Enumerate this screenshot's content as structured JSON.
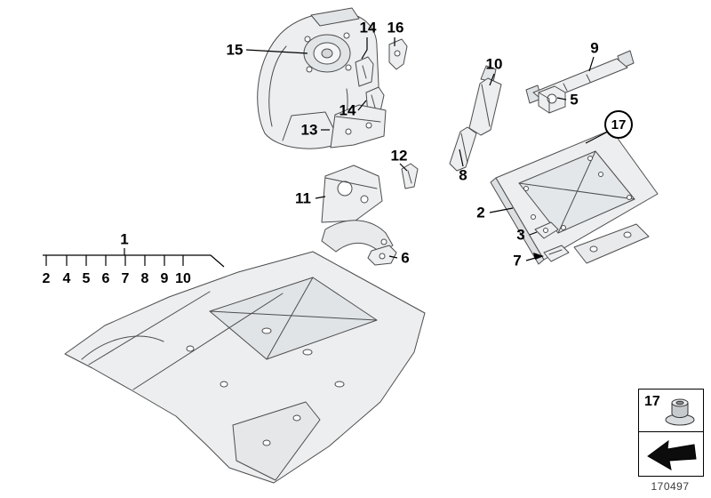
{
  "diagram": {
    "figure_id": "170497",
    "callouts": {
      "c1": "1",
      "c2": "2",
      "c3": "3",
      "c5": "5",
      "c6": "6",
      "c7": "7",
      "c8": "8",
      "c9": "9",
      "c10": "10",
      "c11": "11",
      "c12": "12",
      "c13": "13",
      "c14a": "14",
      "c14b": "14",
      "c15": "15",
      "c16": "16",
      "c17": "17",
      "group": [
        "2",
        "4",
        "5",
        "6",
        "7",
        "8",
        "9",
        "10"
      ]
    },
    "legend": {
      "item": "17",
      "fastener_icon": "nut-washer-icon",
      "arrow_icon": "direction-of-travel-arrow-icon"
    }
  }
}
